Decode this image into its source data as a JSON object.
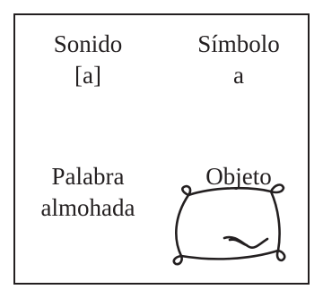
{
  "card": {
    "sound": {
      "label": "Sonido",
      "value": "[a]"
    },
    "symbol": {
      "label": "Símbolo",
      "value": "a"
    },
    "word": {
      "label": "Palabra",
      "value": "almohada"
    },
    "object": {
      "label": "Objeto",
      "icon": "pillow-icon"
    }
  }
}
